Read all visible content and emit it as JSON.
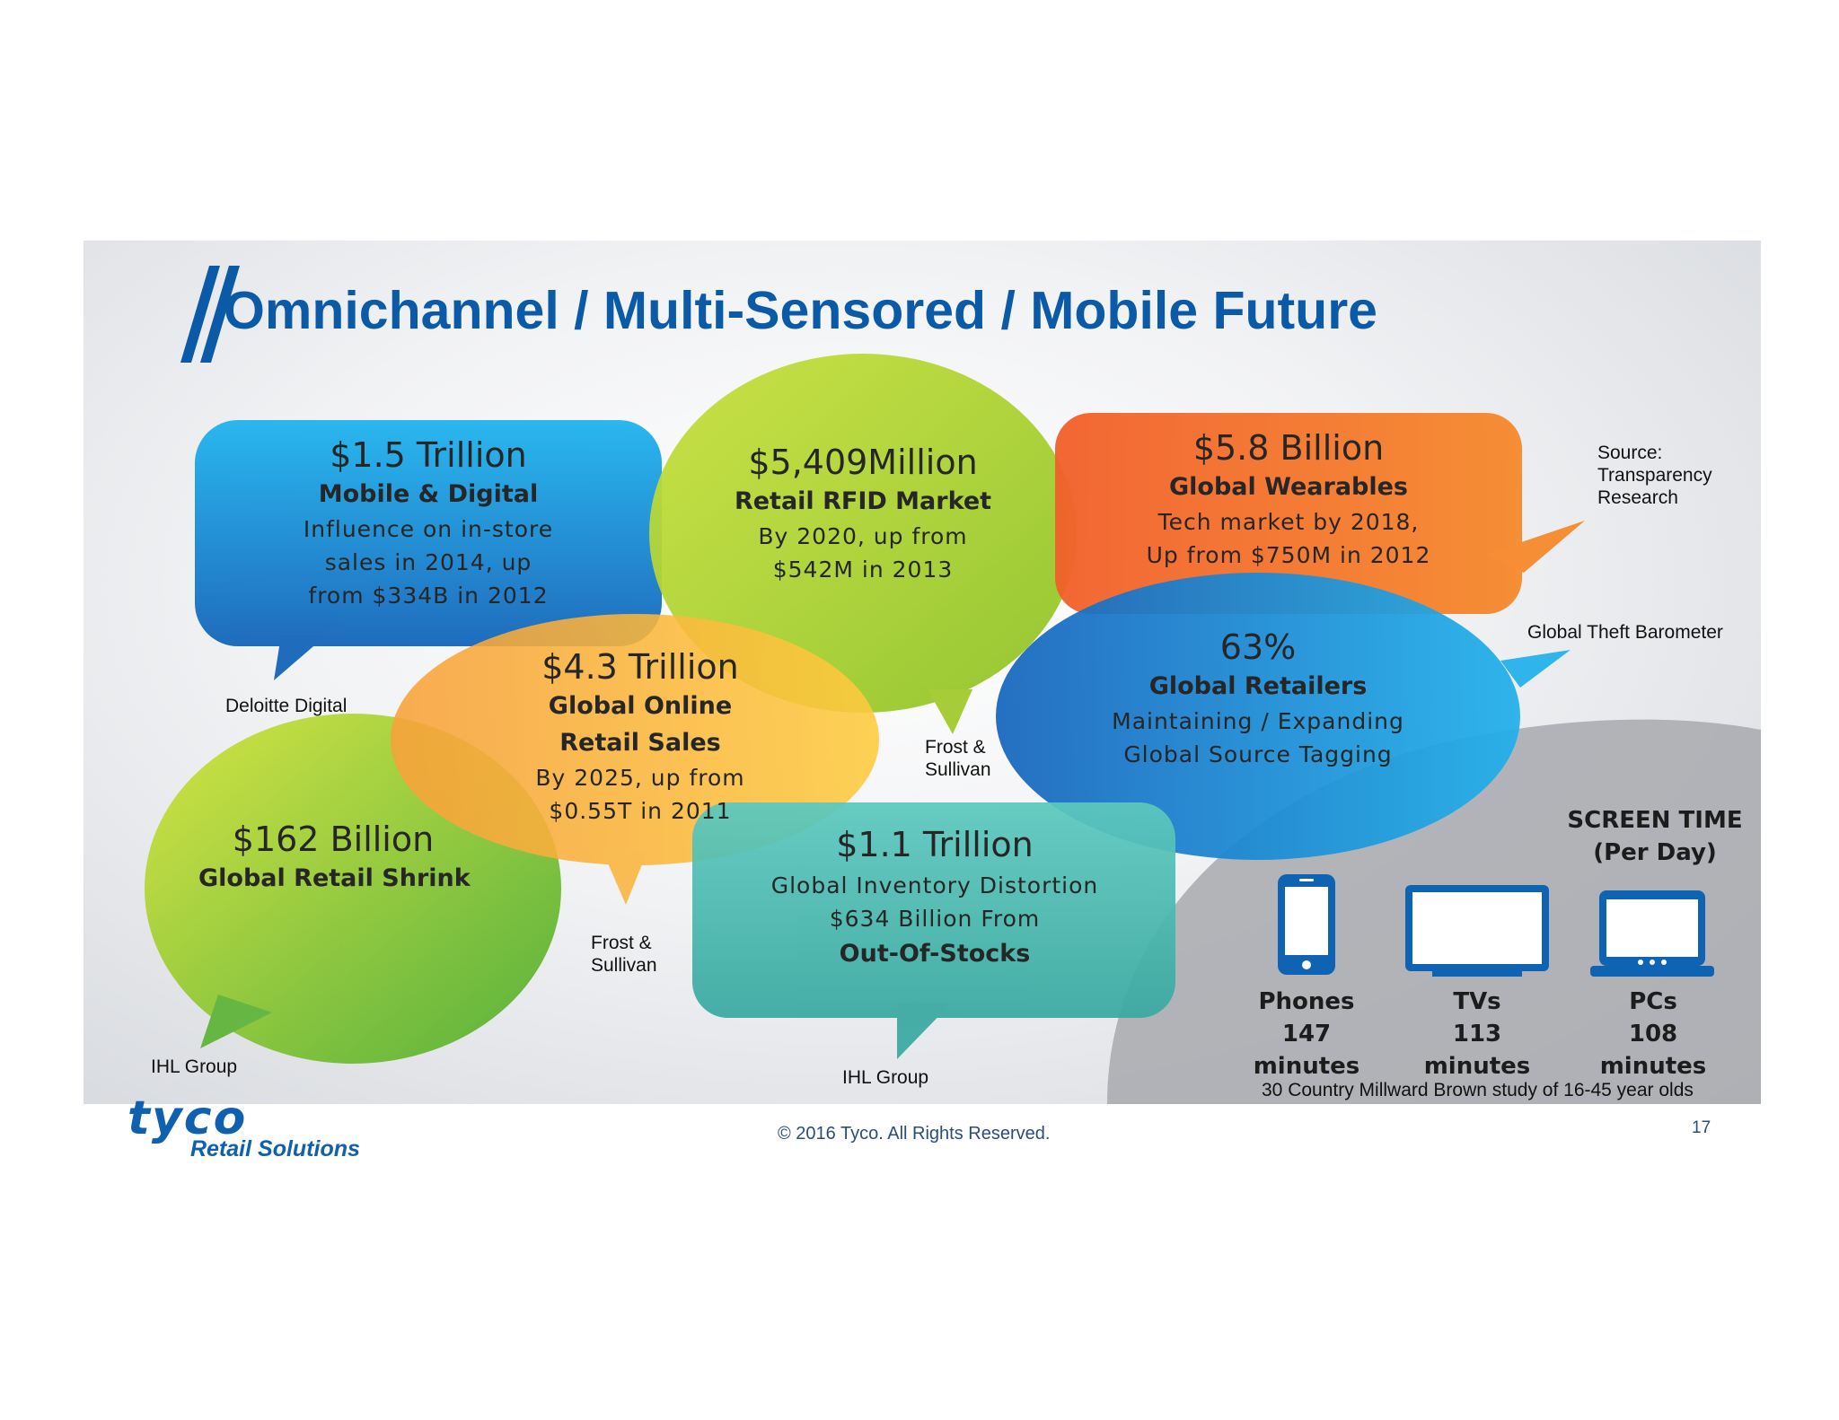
{
  "title": "Omnichannel / Multi-Sensored / Mobile Future",
  "bubbles": {
    "mobile": {
      "headline": "$1.5 Trillion",
      "subhead": "Mobile & Digital",
      "lines": [
        "Influence on in-store",
        "sales in 2014, up",
        "from $334B in 2012"
      ],
      "source": "Deloitte Digital",
      "color": "#1a8fd8"
    },
    "rfid": {
      "headline": "$5,409Million",
      "subhead": "Retail RFID Market",
      "lines": [
        "By 2020, up from",
        "$542M in 2013"
      ],
      "source": [
        "Frost &",
        "Sullivan"
      ],
      "color": "#a5cf26"
    },
    "wearables": {
      "headline": "$5.8 Billion",
      "subhead": "Global Wearables",
      "lines": [
        "Tech market by 2018,",
        "Up from $750M in 2012"
      ],
      "source": [
        "Source:",
        "Transparency",
        "Research"
      ],
      "color": "#f47a2a"
    },
    "online": {
      "headline": "$4.3 Trillion",
      "subhead": [
        "Global Online",
        "Retail Sales"
      ],
      "lines": [
        "By 2025, up from",
        "$0.55T in 2011"
      ],
      "source": [
        "Frost &",
        "Sullivan"
      ],
      "color": "#fbb03b"
    },
    "retailers": {
      "headline": "63%",
      "subhead": "Global Retailers",
      "lines": [
        "Maintaining / Expanding",
        "Global Source Tagging"
      ],
      "source": "Global Theft Barometer",
      "color": "#1a7bcf"
    },
    "shrink": {
      "headline": "$162 Billion",
      "subhead": "Global Retail Shrink",
      "source": "IHL Group",
      "color": "#7cc12f"
    },
    "inventory": {
      "headline": "$1.1 Trillion",
      "lines": [
        "Global Inventory Distortion",
        "$634 Billion From"
      ],
      "subhead": "Out-Of-Stocks",
      "source": "IHL Group",
      "color": "#4fbfb0"
    }
  },
  "screen_time": {
    "title": [
      "SCREEN TIME",
      "(Per Day)"
    ],
    "devices": [
      {
        "name": "Phones",
        "value": "147",
        "unit": "minutes",
        "icon": "phone-icon"
      },
      {
        "name": "TVs",
        "value": "113",
        "unit": "minutes",
        "icon": "tv-icon"
      },
      {
        "name": "PCs",
        "value": "108",
        "unit": "minutes",
        "icon": "laptop-icon"
      }
    ],
    "note": "30 Country Millward Brown study of 16-45 year olds"
  },
  "footer": {
    "logo_main": "tyco",
    "logo_sub": "Retail Solutions",
    "copyright": "© 2016 Tyco. All Rights Reserved.",
    "page_number": "17"
  },
  "colors": {
    "title_blue": "#0a5aa8",
    "logo_blue": "#1060b0"
  }
}
